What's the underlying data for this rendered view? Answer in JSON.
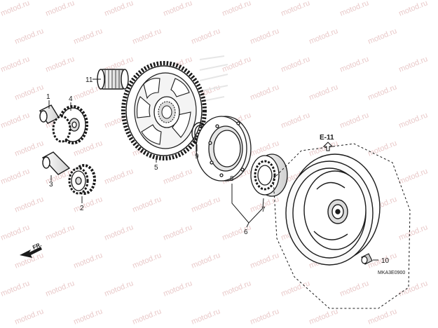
{
  "watermark": "motod.ru",
  "callouts": {
    "n1": "1",
    "n2": "2",
    "n3": "3",
    "n4": "4",
    "n5": "5",
    "n6": "6",
    "n7": "7",
    "n8": "8",
    "n9": "9",
    "n10": "10",
    "n11": "11"
  },
  "ref_label": "E-11",
  "front_label": "FR.",
  "diagram_code": "MKA3E0900",
  "colors": {
    "line": "#1a1a1a",
    "watermark": "#e9c9c9",
    "shade": "#d8d8d8"
  }
}
